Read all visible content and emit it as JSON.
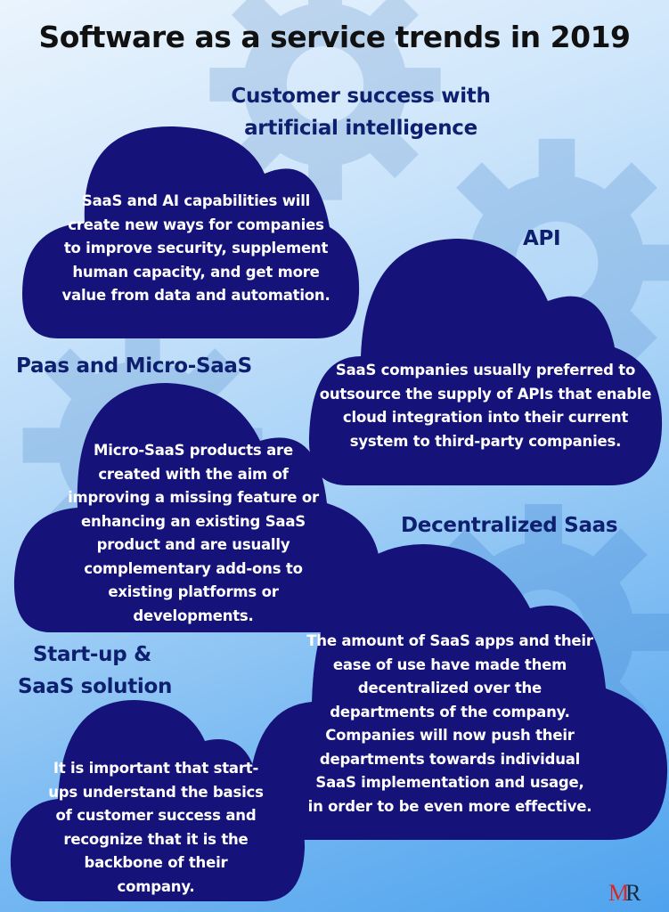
{
  "title": "Software as a service trends in 2019",
  "colors": {
    "cloud_fill": "#15127a",
    "heading_text": "#0d1f6e",
    "title_text": "#111111",
    "logo_m": "#d42a2a",
    "logo_r": "#1a2a3c"
  },
  "sections": [
    {
      "heading": "Customer success with artificial intelligence",
      "heading_lines": [
        "Customer success with",
        "artificial intelligence"
      ],
      "body_lines": [
        "SaaS and AI capabilities will",
        "create new ways for companies",
        "to improve security, supplement",
        "human capacity, and get more",
        "value from data and automation."
      ]
    },
    {
      "heading": "API",
      "heading_lines": [
        "API"
      ],
      "body_lines": [
        "SaaS companies usually preferred to",
        "outsource the supply of APIs that enable",
        "cloud integration into their current",
        "system to third-party companies."
      ]
    },
    {
      "heading": "Paas and Micro-SaaS",
      "heading_lines": [
        "Paas and Micro-SaaS"
      ],
      "body_lines": [
        "Micro-SaaS products are",
        "created with the aim of",
        "improving a missing feature or",
        "enhancing an existing SaaS",
        "product and are usually",
        "complementary add-ons to",
        "existing platforms or",
        "developments."
      ]
    },
    {
      "heading": "Decentralized Saas",
      "heading_lines": [
        "Decentralized Saas"
      ],
      "body_lines": [
        "The amount of SaaS apps and their",
        "ease of use have made them",
        "decentralized over the",
        "departments of the company.",
        "Companies will now push their",
        "departments towards individual",
        "SaaS implementation and usage,",
        "in order to be even more effective."
      ]
    },
    {
      "heading": "Start-up & SaaS solution",
      "heading_lines": [
        "Start-up &",
        "SaaS solution"
      ],
      "body_lines": [
        "It is important that start-",
        "ups understand the basics",
        "of customer success and",
        "recognize that it is the",
        "backbone of their",
        "company."
      ]
    }
  ],
  "logo": {
    "m": "M",
    "r": "R"
  },
  "icons": {
    "background": "gear-icon",
    "container": "cloud-icon"
  }
}
